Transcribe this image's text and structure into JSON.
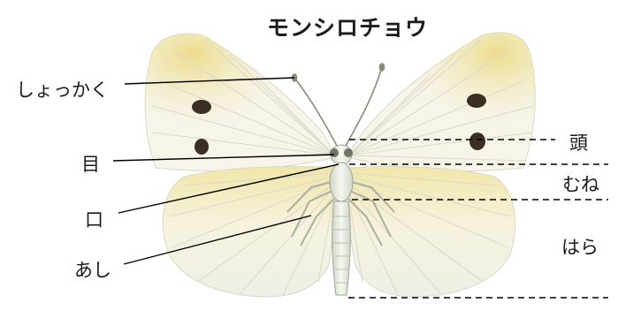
{
  "title": "モンシロチョウ",
  "labels": {
    "antenna": "しょっかく",
    "eye": "目",
    "mouth": "口",
    "leg": "あし",
    "head": "頭",
    "thorax": "むね",
    "abdomen": "はら"
  },
  "colors": {
    "wing_base": "#f7f5e8",
    "wing_yellow": "#f3e6a4",
    "wing_vein": "#d6d4c4",
    "wing_spot": "#3b2e22",
    "body": "#e9ede4",
    "leader_line": "#000000"
  }
}
